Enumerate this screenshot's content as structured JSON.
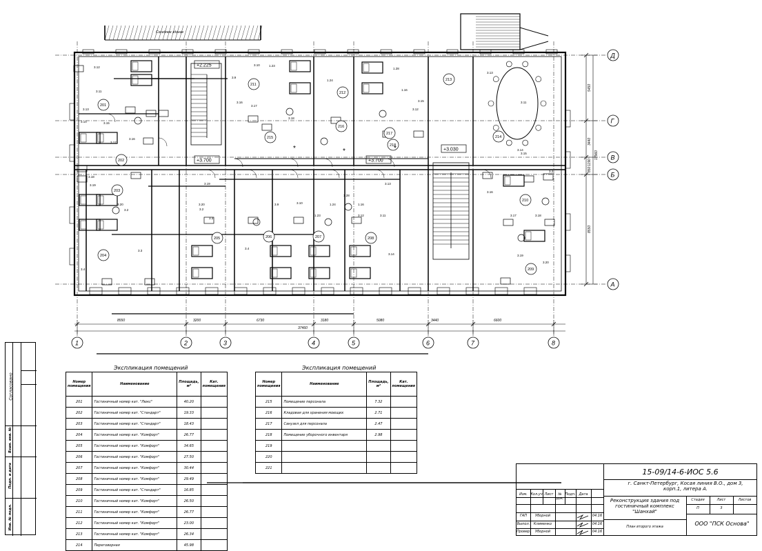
{
  "plan": {
    "neighbor_label": "Соседнее здание",
    "levels": [
      "+2.225",
      "+3.700",
      "+3.700",
      "+3.030"
    ],
    "axes_h": [
      "Д",
      "Г",
      "В",
      "Б",
      "А"
    ],
    "axes_v": [
      "1",
      "2",
      "3",
      "4",
      "5",
      "6",
      "7",
      "8"
    ],
    "dims_bottom": [
      "8550",
      "3200",
      "6730",
      "3180",
      "5080",
      "3440",
      "6600"
    ],
    "dim_total": "37460",
    "dims_right": [
      "5450",
      "3440",
      "1190",
      "850",
      "8550"
    ],
    "dim_right_total": "17960",
    "rooms": [
      "201",
      "202",
      "203",
      "204",
      "205",
      "206",
      "207",
      "208",
      "209",
      "210",
      "211",
      "212",
      "213",
      "214",
      "215",
      "216",
      "217",
      "218"
    ],
    "equipment": [
      "3.12",
      "3.11",
      "3.13",
      "3.14",
      "3.15",
      "3.16",
      "3.17",
      "3.18",
      "3.19",
      "3.20",
      "3.2",
      "3.3",
      "3.4",
      "3.9",
      "3.10",
      "1.23",
      "1.24",
      "1.28",
      "1.16"
    ]
  },
  "table1": {
    "title": "Экспликация помещений",
    "headers": [
      "Номер помещения",
      "Наименование",
      "Площадь, м²",
      "Кат. помещения"
    ],
    "rows": [
      [
        "201",
        "Гостиничный номер кат. \"Люкс\"",
        "40.20"
      ],
      [
        "202",
        "Гостиничный номер кат. \"Стандарт\"",
        "19.33"
      ],
      [
        "203",
        "Гостиничный номер кат. \"Стандарт\"",
        "18.43"
      ],
      [
        "204",
        "Гостиничный номер кат. \"Комфорт\"",
        "26.77"
      ],
      [
        "205",
        "Гостиничный номер кат. \"Комфорт\"",
        "34.65"
      ],
      [
        "206",
        "Гостиничный номер кат. \"Комфорт\"",
        "27.50"
      ],
      [
        "207",
        "Гостиничный номер кат. \"Комфорт\"",
        "30.44"
      ],
      [
        "208",
        "Гостиничный номер кат. \"Комфорт\"",
        "29.49"
      ],
      [
        "209",
        "Гостиничный номер кат. \"Стандарт\"",
        "16.85"
      ],
      [
        "210",
        "Гостиничный номер кат. \"Комфорт\"",
        "26.50"
      ],
      [
        "211",
        "Гостиничный номер кат. \"Комфорт\"",
        "26.77"
      ],
      [
        "212",
        "Гостиничный номер кат. \"Комфорт\"",
        "23.00"
      ],
      [
        "213",
        "Гостиничный номер кат. \"Комфорт\"",
        "26.34"
      ],
      [
        "214",
        "Переговорная",
        "45.98"
      ]
    ]
  },
  "table2": {
    "title": "Экспликация помещений",
    "headers": [
      "Номер помещения",
      "Наименование",
      "Площадь, м²",
      "Кат. помещения"
    ],
    "rows": [
      [
        "215",
        "Помещение персонала",
        "7.32"
      ],
      [
        "216",
        "Кладовая для хранения моющих",
        "2.71"
      ],
      [
        "217",
        "Санузел для персонала",
        "2.47"
      ],
      [
        "218",
        "Помещение уборочного инвентаря",
        "2.98"
      ],
      [
        "219",
        "",
        ""
      ],
      [
        "220",
        "",
        ""
      ],
      [
        "221",
        "",
        ""
      ]
    ]
  },
  "stamp": {
    "code": "15-09/14-6-ИОС 5.6",
    "address": "г. Санкт-Петербург, Косая линия В.О., дом 3, корп.1, литера А.",
    "project": "Реконструкция здания под гостиничный комплекс \"Шанхай\"",
    "sheet_title": "План второго этажа",
    "company": "ООО \"ПСК Основа\"",
    "col_stage": "Стадия",
    "col_sheet": "Лист",
    "col_sheets": "Листов",
    "stage": "П",
    "sheet": "3",
    "hdr": [
      "Изм.",
      "Кол.уч",
      "Лист",
      "№ док.",
      "Подп.",
      "Дата"
    ],
    "people": [
      [
        "ГАП",
        "Уборной",
        "04.16"
      ],
      [
        "Выпол.",
        "Клименко",
        "04.16"
      ],
      [
        "Провер.",
        "Уборной",
        "04.16"
      ]
    ]
  },
  "sidebar": {
    "labels": [
      "Согласовано",
      "Взам. инв. №",
      "Подп. и дата",
      "Инв. № подл."
    ]
  }
}
